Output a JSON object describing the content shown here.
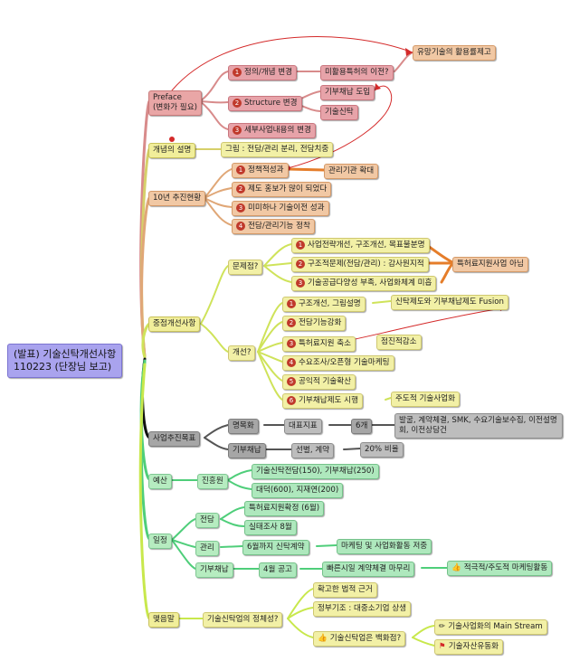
{
  "root": {
    "line1": "(발표) 기술신탁개선사항",
    "line2": "110223 (단장님 보고)"
  },
  "preface": {
    "title_line1": "Preface",
    "title_line2": "(변화가 필요)",
    "n1": "1",
    "item1": "정의/개념 변경",
    "item1_child": "미활용특허의 이전?",
    "target": "유망기술의 활용률제고",
    "n2": "2",
    "item2": "Structure 변경",
    "item2_child1": "기부채납 도입",
    "item2_child2": "기술신탁",
    "n3": "3",
    "item3": "세부사업내용의 변경"
  },
  "concept": {
    "title": "개념의 설명",
    "child": "그림 : 전담/관리 분리, 전담치중"
  },
  "status10": {
    "title": "10년 추진현황",
    "n1": "1",
    "item1": "정책적성과",
    "item1_child": "관리기관 확대",
    "n2": "2",
    "item2": "제도 홍보가 많이 되었다",
    "n3": "3",
    "item3": "미미하나 기술이전 성과",
    "n4": "4",
    "item4": "전담/관리기능 정착"
  },
  "focus": {
    "title": "중점개선사항",
    "problem": "문제점?",
    "p_n1": "1",
    "p1": "사업전략개선, 구조개선, 목표불분명",
    "p_n2": "2",
    "p2": "구조적문제(전담/관리) : 감사원지적",
    "p_n3": "3",
    "p3": "기술공급다양성 부족, 사업화체계 미흡",
    "p_side": "특허료지원사업 아님",
    "improve": "개선?",
    "i_n1": "1",
    "i1": "구조개선, 그림설명",
    "i1_child": "신탁제도와 기부채납제도 Fusion",
    "i_n2": "2",
    "i2": "전담기능강화",
    "i_n3": "3",
    "i3": "특허료지원 축소",
    "i3_child": "점진적감소",
    "i_n4": "4",
    "i4": "수요조사/오픈형 기술마케팅",
    "i_n5": "5",
    "i5": "공익적 기술확산",
    "i_n6": "6",
    "i6": "기부채납제도 시행",
    "i6_child": "주도적 기술사업화"
  },
  "goal": {
    "title": "사업추진목표",
    "house": "명목화",
    "indicator": "대표지표",
    "count": "6개",
    "count_child": "발굴, 계약체결, SMK, 수요기술보수집, 이전설명회, 이전상담건",
    "donate": "기부채납",
    "donate_child": "선별, 계약",
    "ratio": "20% 비율"
  },
  "budget": {
    "title": "예산",
    "agency": "진흥원",
    "a1": "기술신탁전담(150), 기부채납(250)",
    "a2": "대덕(600), 지재연(200)"
  },
  "schedule": {
    "title": "일정",
    "d_title": "전담",
    "d1": "특허료지원확정 (6월)",
    "d2": "실태조사 8월",
    "m_title": "관리",
    "m1": "6월까지 신탁계약",
    "m1_child": "마케팅 및 사업화활동 저중",
    "g_title": "기부채납",
    "g1": "4월 공고",
    "g1_child": "빠른시일 계약체결 마무리",
    "g1_leaf": "적극적/주도적 마케팅활동"
  },
  "closing": {
    "title": "맺음말",
    "question": "기술신탁업의 정체성?",
    "c1": "확고한 법적 근거",
    "c2": "정부기조 : 대중소기업 상생",
    "c3": "기술신탁업은 백화점?",
    "c3_a": "기술사업화의 Main Stream",
    "c3_b": "기술자산유동화"
  },
  "colors": {
    "red": "#e9a6a6",
    "orange": "#f1c8a4",
    "yellow": "#f1ee9a",
    "gray": "#a6a6a6",
    "green": "#b6ecc0",
    "root": "#a9a3ee",
    "accent_line": "#d42a2a"
  }
}
